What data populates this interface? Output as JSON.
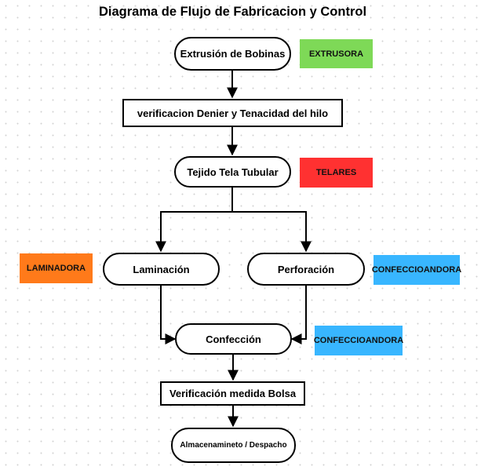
{
  "title": "Diagrama de Flujo de Fabricacion y Control",
  "nodes": {
    "extrusion": "Extrusión de Bobinas",
    "verificacion_hilo": "verificacion Denier y Tenacidad del hilo",
    "tejido": "Tejido Tela Tubular",
    "laminacion": "Laminación",
    "perforacion": "Perforación",
    "confeccion": "Confección",
    "verificacion_bolsa": "Verificación medida Bolsa",
    "almacenamiento": "Almacenamineto / Despacho"
  },
  "tags": {
    "extrusora": {
      "label": "EXTRUSORA",
      "color": "#7ed957"
    },
    "telares": {
      "label": "TELARES",
      "color": "#ff3131"
    },
    "laminadora": {
      "label": "LAMINADORA",
      "color": "#ff7a1a"
    },
    "confeccion_1": {
      "label": "CONFECCIOANDORA",
      "color": "#38b6ff"
    },
    "confeccion_2": {
      "label": "CONFECCIOANDORA",
      "color": "#38b6ff"
    }
  }
}
